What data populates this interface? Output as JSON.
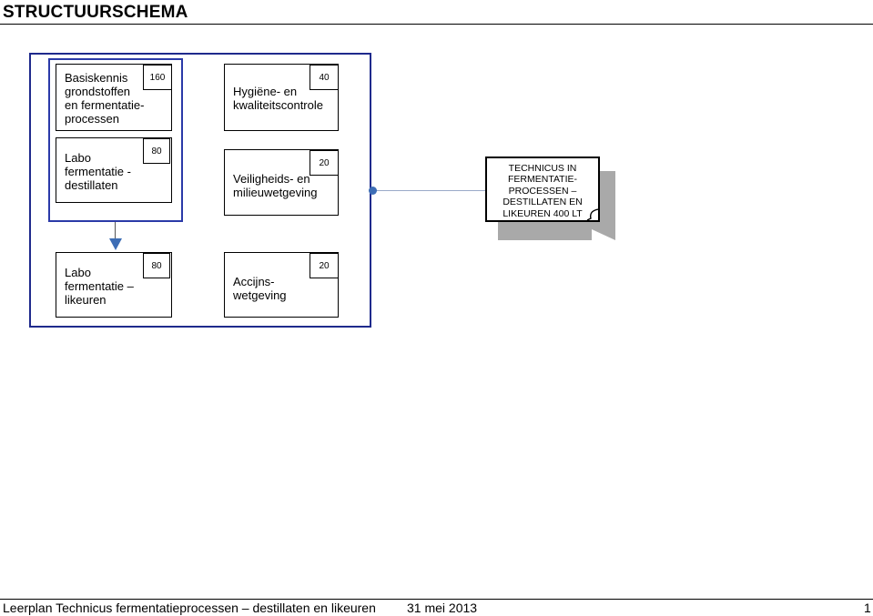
{
  "page": {
    "title": "STRUCTUURSCHEMA"
  },
  "modules": [
    {
      "lines": [
        "Basiskennis",
        "grondstoffen",
        "en fermentatie-",
        "processen"
      ],
      "hours": "160"
    },
    {
      "lines": [
        "Labo",
        "fermentatie -",
        "destillaten"
      ],
      "hours": "80"
    },
    {
      "lines": [
        "Labo",
        "fermentatie –",
        "likeuren"
      ],
      "hours": "80"
    },
    {
      "lines": [
        "Hygiëne- en",
        "kwaliteitscontrole"
      ],
      "hours": "40"
    },
    {
      "lines": [
        "Veiligheids- en",
        "milieuwetgeving"
      ],
      "hours": "20"
    },
    {
      "lines": [
        "Accijns-",
        "wetgeving"
      ],
      "hours": "20"
    }
  ],
  "qualification": {
    "lines": [
      "TECHNICUS IN",
      "FERMENTATIE-",
      "PROCESSEN –",
      "DESTILLATEN EN",
      "LIKEUREN   400 LT"
    ]
  },
  "footer": {
    "left": "Leerplan Technicus fermentatieprocessen – destillaten en likeuren",
    "date": "31 mei 2013",
    "page_number": "1"
  },
  "colors": {
    "frame_blue": "#1f2a8c",
    "arrow_blue": "#3d6db5",
    "shadow_gray": "#a9a9a9"
  }
}
